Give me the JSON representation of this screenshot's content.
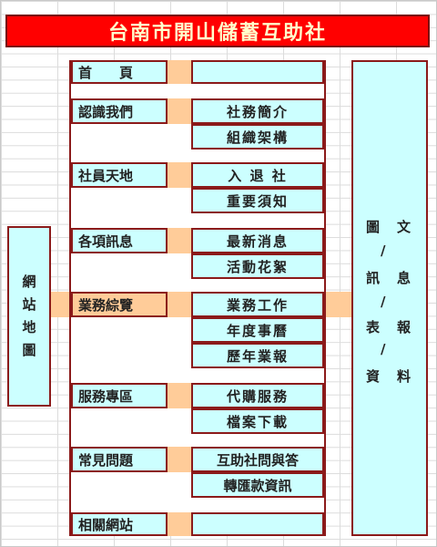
{
  "header": {
    "title": "台南市開山儲蓄互助社"
  },
  "sitemap_label": {
    "chars": [
      "網",
      "站",
      "地",
      "圖"
    ]
  },
  "resources_label": {
    "col1": [
      "圖",
      "/",
      "訊",
      "/",
      "表",
      "/",
      "資"
    ],
    "col2": [
      "文",
      "息",
      "報",
      "料"
    ]
  },
  "sections": {
    "home": {
      "label": "首　　頁"
    },
    "about": {
      "label": "認識我們",
      "items": [
        "社務簡介",
        "組織架構"
      ]
    },
    "members": {
      "label": "社員天地",
      "items": [
        "入 退 社",
        "重要須知"
      ]
    },
    "news": {
      "label": "各項訊息",
      "items": [
        "最新消息",
        "活動花絮"
      ]
    },
    "business": {
      "label": "業務綜覽",
      "items": [
        "業務工作",
        "年度事曆",
        "歷年業報"
      ]
    },
    "service": {
      "label": "服務專區",
      "items": [
        "代購服務",
        "檔案下載"
      ]
    },
    "faq": {
      "label": "常見問題",
      "items": [
        "互助社問與答",
        "轉匯款資訊"
      ]
    },
    "links": {
      "label": "相關網站"
    }
  },
  "colors": {
    "title_bg": "#ff0000",
    "title_text": "#ffffcc",
    "cell_bg": "#ccffff",
    "connector": "#ffcc99",
    "border": "#8b1a1a"
  }
}
